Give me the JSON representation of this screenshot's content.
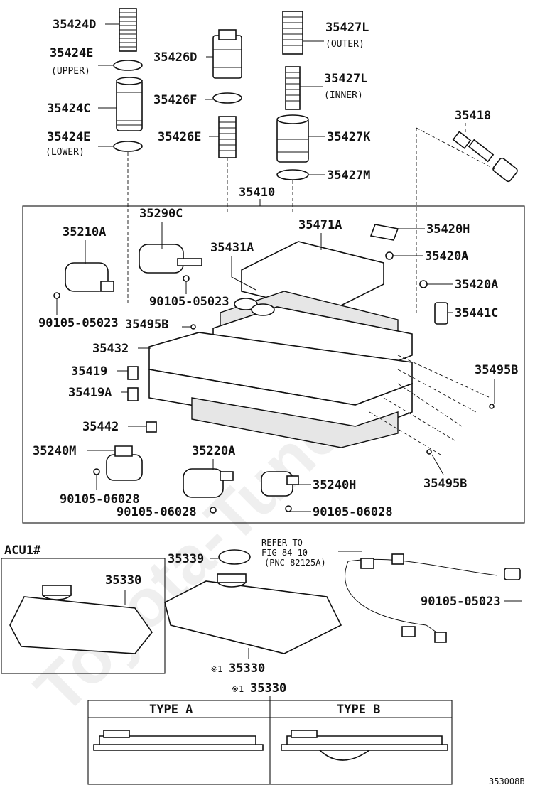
{
  "watermark": "Toyota-Tune.ru",
  "group_label": "35410",
  "variant_label": "ACU1#",
  "figure_id": "353008B",
  "note_marker": "※1",
  "parts": {
    "p35424D": "35424D",
    "p35424E_upper": "35424E",
    "p35424E_upper_note": "(UPPER)",
    "p35424C": "35424C",
    "p35424E_lower": "35424E",
    "p35424E_lower_note": "(LOWER)",
    "p35426D": "35426D",
    "p35426F": "35426F",
    "p35426E": "35426E",
    "p35427L_outer": "35427L",
    "p35427L_outer_note": "(OUTER)",
    "p35427L_inner": "35427L",
    "p35427L_inner_note": "(INNER)",
    "p35427K": "35427K",
    "p35427M": "35427M",
    "p35418": "35418",
    "p35290C": "35290C",
    "p35210A": "35210A",
    "p35471A": "35471A",
    "p35420H": "35420H",
    "p35431A": "35431A",
    "p35420A_1": "35420A",
    "p35420A_2": "35420A",
    "p90105_05023_a": "90105-05023",
    "p90105_05023_b": "90105-05023",
    "p35441C": "35441C",
    "p35495B_1": "35495B",
    "p35432": "35432",
    "p35419": "35419",
    "p35419A": "35419A",
    "p35495B_2": "35495B",
    "p35442": "35442",
    "p35240M": "35240M",
    "p35220A": "35220A",
    "p35240H": "35240H",
    "p35495B_3": "35495B",
    "p90105_06028_a": "90105-06028",
    "p90105_06028_b": "90105-06028",
    "p90105_06028_c": "90105-06028",
    "p35339": "35339",
    "p35330_acu": "35330",
    "p35330_main": "35330",
    "p35330_type": "35330",
    "p90105_05023_c": "90105-05023"
  },
  "refer": {
    "line1": "REFER TO",
    "line2": "FIG 84-10",
    "line3": "(PNC 82125A)"
  },
  "type_table": {
    "type_a": "TYPE A",
    "type_b": "TYPE B"
  }
}
